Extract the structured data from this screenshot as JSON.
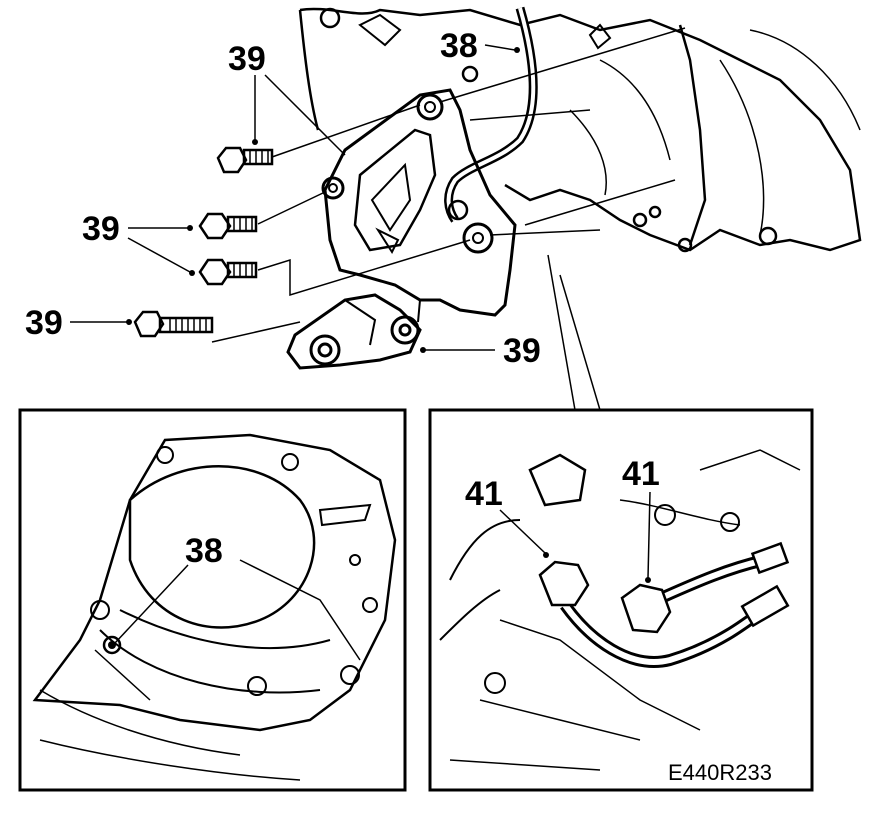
{
  "callouts": {
    "top_39_a": "39",
    "top_38": "38",
    "left_39_b": "39",
    "left_39_c": "39",
    "right_39_d": "39",
    "inset_left_38": "38",
    "inset_right_41_a": "41",
    "inset_right_41_b": "41"
  },
  "figure_ref": "E440R233",
  "colors": {
    "ink": "#000000",
    "paper": "#ffffff"
  }
}
